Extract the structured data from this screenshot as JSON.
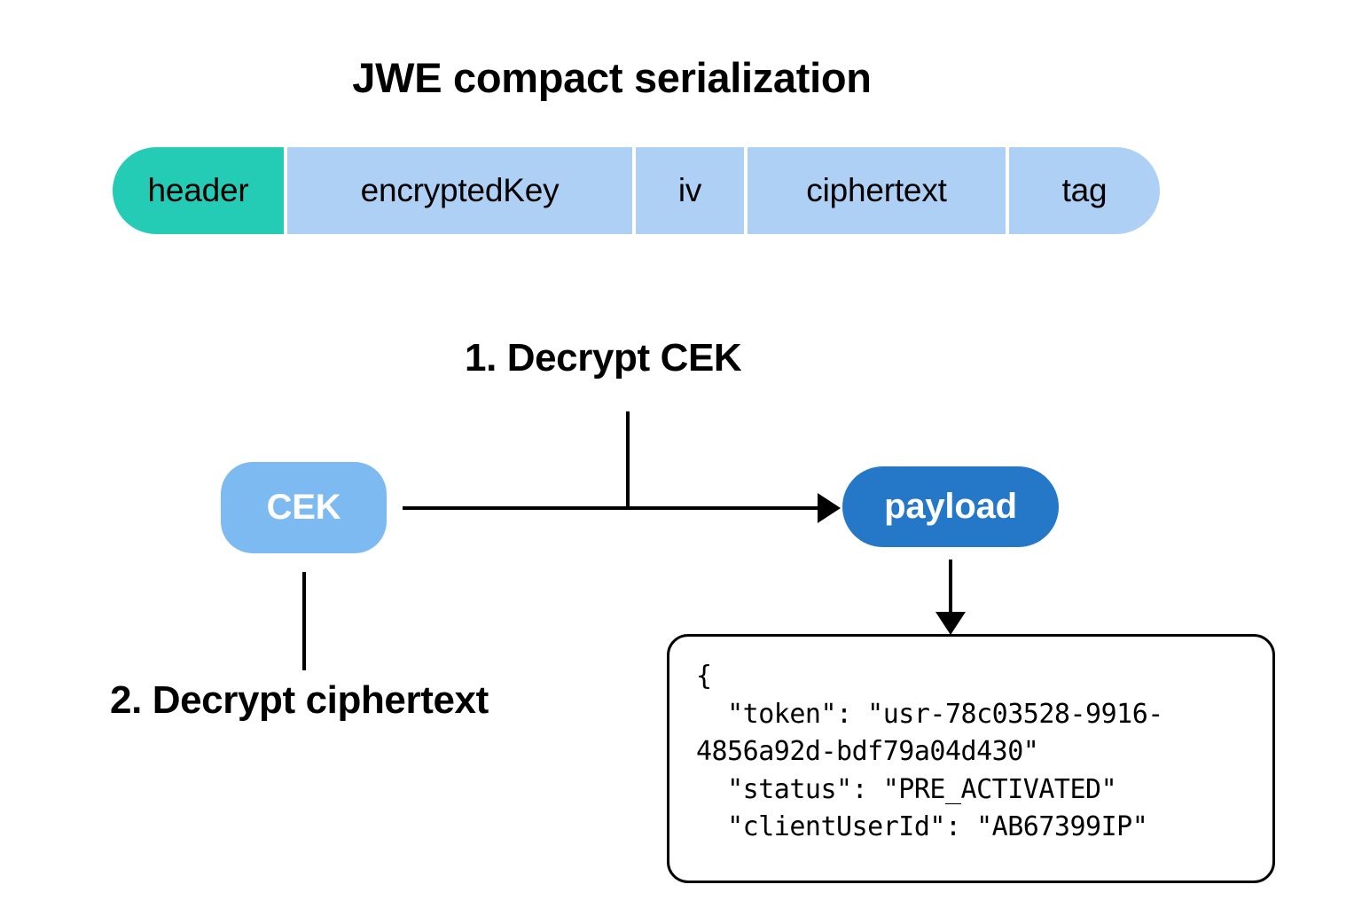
{
  "title": "JWE compact serialization",
  "jwe_bar": {
    "segments": [
      {
        "label": "header",
        "color": "#24cbb5"
      },
      {
        "label": "encryptedKey",
        "color": "#afd0f5"
      },
      {
        "label": "iv",
        "color": "#afd0f5"
      },
      {
        "label": "ciphertext",
        "color": "#afd0f5"
      },
      {
        "label": "tag",
        "color": "#afd0f5"
      }
    ]
  },
  "steps": [
    {
      "label": "1. Decrypt CEK"
    },
    {
      "label": "2. Decrypt ciphertext"
    }
  ],
  "nodes": {
    "cek": {
      "label": "CEK",
      "color": "#7dbaf2",
      "text_color": "#ffffff"
    },
    "payload": {
      "label": "payload",
      "color": "#2578c8",
      "text_color": "#ffffff"
    }
  },
  "json_payload": {
    "text": "{\n  \"token\": \"usr-78c03528-9916-4856a92d-bdf79a04d430\"\n  \"status\": \"PRE_ACTIVATED\"\n  \"clientUserId\": \"AB67399IP\"",
    "fields": [
      {
        "key": "token",
        "value": "usr-78c03528-9916-4856a92d-bdf79a04d430"
      },
      {
        "key": "status",
        "value": "PRE_ACTIVATED"
      },
      {
        "key": "clientUserId",
        "value": "AB67399IP"
      }
    ]
  },
  "colors": {
    "background": "#ffffff",
    "teal": "#24cbb5",
    "light_blue": "#afd0f5",
    "cek_blue": "#7dbaf2",
    "payload_blue": "#2578c8",
    "stroke": "#000000"
  }
}
